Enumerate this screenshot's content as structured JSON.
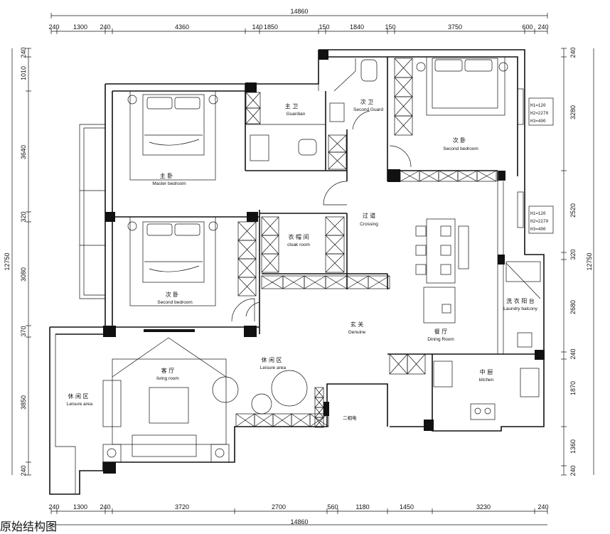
{
  "dimensions": {
    "top_total": "14860",
    "top_segments": [
      "240",
      "1300",
      "240",
      "4360",
      "140",
      "1850",
      "150",
      "1840",
      "150",
      "3750",
      "600",
      "240"
    ],
    "bottom_total": "14860",
    "bottom_segments": [
      "240",
      "1300",
      "240",
      "3720",
      "2700",
      "560",
      "1180",
      "1450",
      "3230",
      "240"
    ],
    "left_total": "12750",
    "left_segments": [
      "240",
      "1010",
      "3640",
      "320",
      "3080",
      "370",
      "3850",
      "240"
    ],
    "right_total": "12750",
    "right_segments": [
      "240",
      "3280",
      "2520",
      "320",
      "2680",
      "240",
      "1870",
      "1360",
      "240"
    ]
  },
  "rooms": {
    "master_bath": {
      "cn": "主 卫",
      "en": "Guardian"
    },
    "second_bath": {
      "cn": "次 卫",
      "en": "Second Guard"
    },
    "second_bedroom_ne": {
      "cn": "次 卧",
      "en": "Second bedroom"
    },
    "master_bedroom": {
      "cn": "主 卧",
      "en": "Master bedroom"
    },
    "crossing": {
      "cn": "过 道",
      "en": "Crossing"
    },
    "cloak_room": {
      "cn": "衣 帽 间",
      "en": "cloak room"
    },
    "second_bedroom_w": {
      "cn": "次 卧",
      "en": "Second bedroom"
    },
    "genuine": {
      "cn": "玄 关",
      "en": "Genuine"
    },
    "dining": {
      "cn": "餐 厅",
      "en": "Dining Room"
    },
    "laundry": {
      "cn": "洗 衣 阳 台",
      "en": "Laundry balcony"
    },
    "leisure_center": {
      "cn": "休 闲 区",
      "en": "Leisure area"
    },
    "living": {
      "cn": "客 厅",
      "en": "living room"
    },
    "leisure_west": {
      "cn": "休 闲 区",
      "en": "Leisure area"
    },
    "kitchen": {
      "cn": "中 厨",
      "en": "kitchen"
    }
  },
  "window_specs": {
    "upper": [
      "H1=120",
      "H2=2270",
      "H3=400"
    ],
    "lower": [
      "H1=120",
      "H2=2270",
      "H3=400"
    ]
  },
  "misc": {
    "meter": "二相电"
  },
  "caption": "原始结构图"
}
